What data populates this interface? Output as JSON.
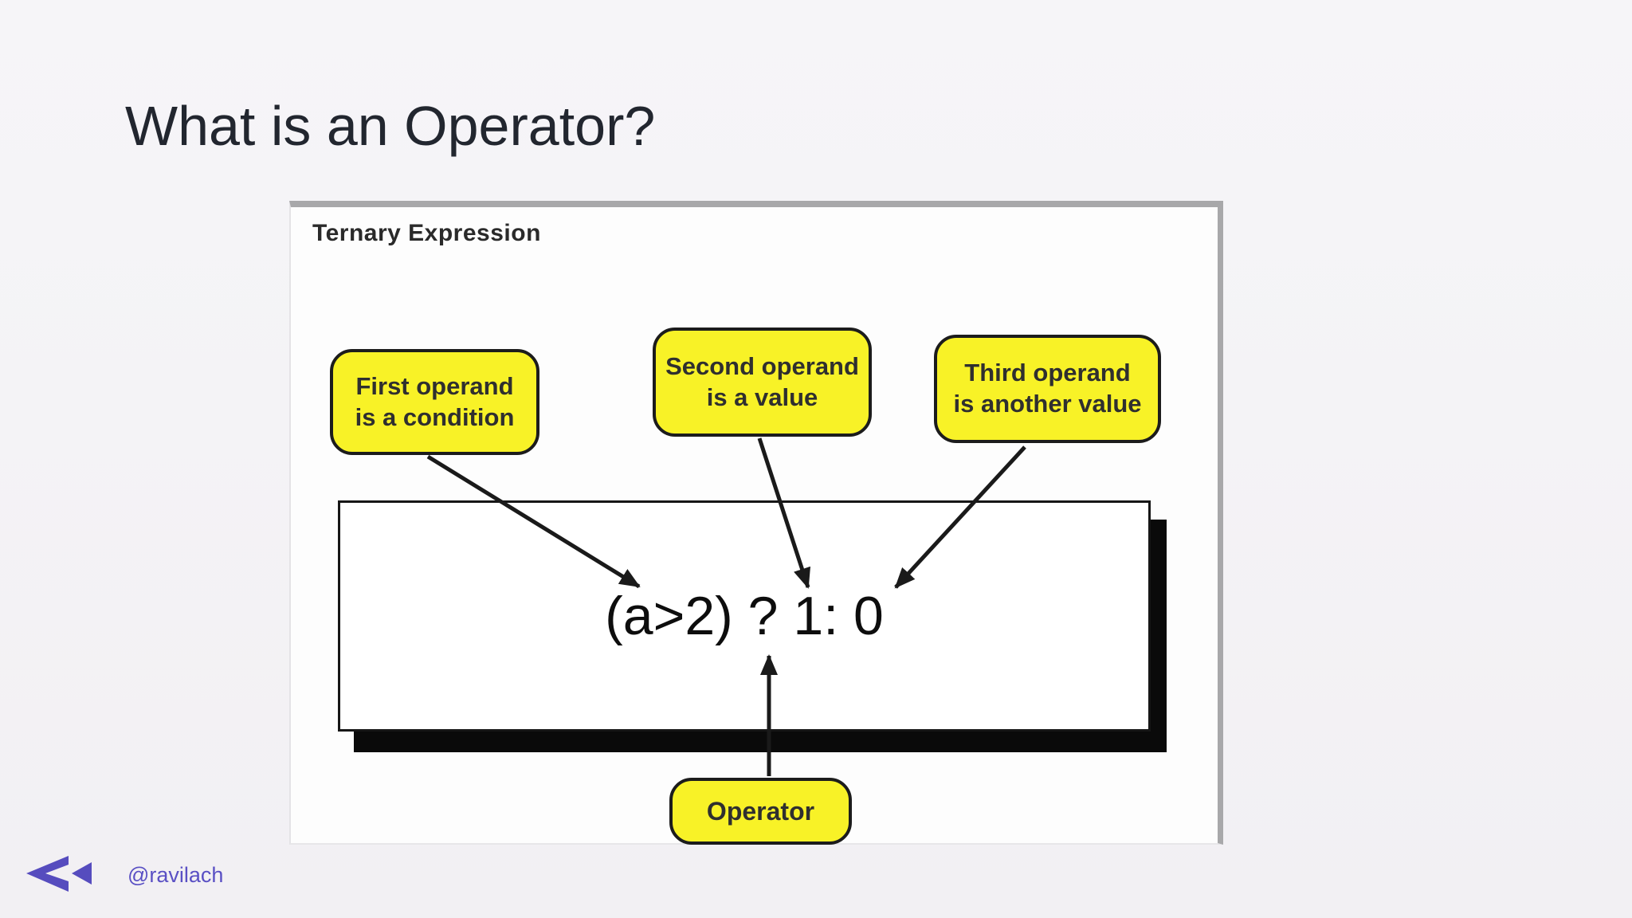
{
  "title": "What is an Operator?",
  "diagram": {
    "heading": "Ternary Expression",
    "expression": "(a>2) ? 1: 0",
    "callout_first": {
      "line1": "First operand",
      "line2": "is a condition"
    },
    "callout_second": {
      "line1": "Second operand",
      "line2": "is a value"
    },
    "callout_third": {
      "line1": "Third operand",
      "line2": "is another value"
    },
    "callout_operator": {
      "label": "Operator"
    }
  },
  "footer": {
    "handle": "@ravilach",
    "logo_icon": "rewind-double-chevron-left"
  },
  "colors": {
    "background": "#f4f3f6",
    "title_text": "#22262f",
    "panel_background": "#fdfdfd",
    "panel_border": "#a8a8aa",
    "callout_fill": "#f8f227",
    "callout_border": "#1c1c1c",
    "arrow": "#1a1a1a",
    "expression_shadow": "#0a0a0a",
    "accent_purple": "#564cbe"
  }
}
